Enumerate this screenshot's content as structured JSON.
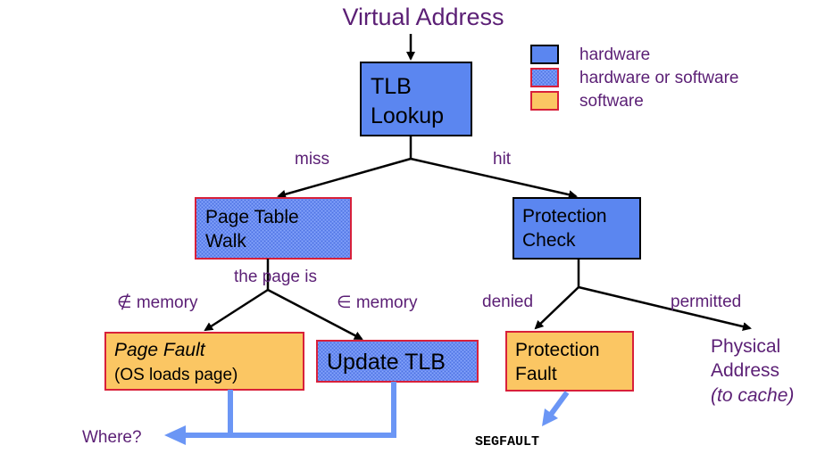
{
  "title": "Virtual Address",
  "legend": {
    "items": [
      {
        "label": "hardware",
        "type": "hardware"
      },
      {
        "label": "hardware or software",
        "type": "hybrid"
      },
      {
        "label": "software",
        "type": "software"
      }
    ]
  },
  "nodes": {
    "tlb_lookup": {
      "line1": "TLB",
      "line2": "Lookup",
      "type": "hardware"
    },
    "page_table_walk": {
      "line1": "Page Table",
      "line2": "Walk",
      "type": "hybrid"
    },
    "protection_check": {
      "line1": "Protection",
      "line2": "Check",
      "type": "hardware"
    },
    "page_fault": {
      "line1": "Page Fault",
      "line2": "(OS loads page)",
      "type": "software"
    },
    "update_tlb": {
      "label": "Update TLB",
      "type": "hybrid"
    },
    "protection_fault": {
      "line1": "Protection",
      "line2": "Fault",
      "type": "software"
    }
  },
  "edge_labels": {
    "miss": "miss",
    "hit": "hit",
    "the_page_is": "the page is",
    "not_in_memory": "∉ memory",
    "in_memory": "∈ memory",
    "denied": "denied",
    "permitted": "permitted"
  },
  "outputs": {
    "physical_address_line1": "Physical",
    "physical_address_line2": "Address",
    "physical_address_line3": "(to cache)",
    "where": "Where?",
    "segfault": "SEGFAULT"
  },
  "colors": {
    "hardware": "#5b86f0",
    "hybrid": "#6a8cf2",
    "software": "#fbc663",
    "text_purple": "#5b1f75",
    "border_red": "#d8203a",
    "arrow_blue": "#6b96f5"
  }
}
